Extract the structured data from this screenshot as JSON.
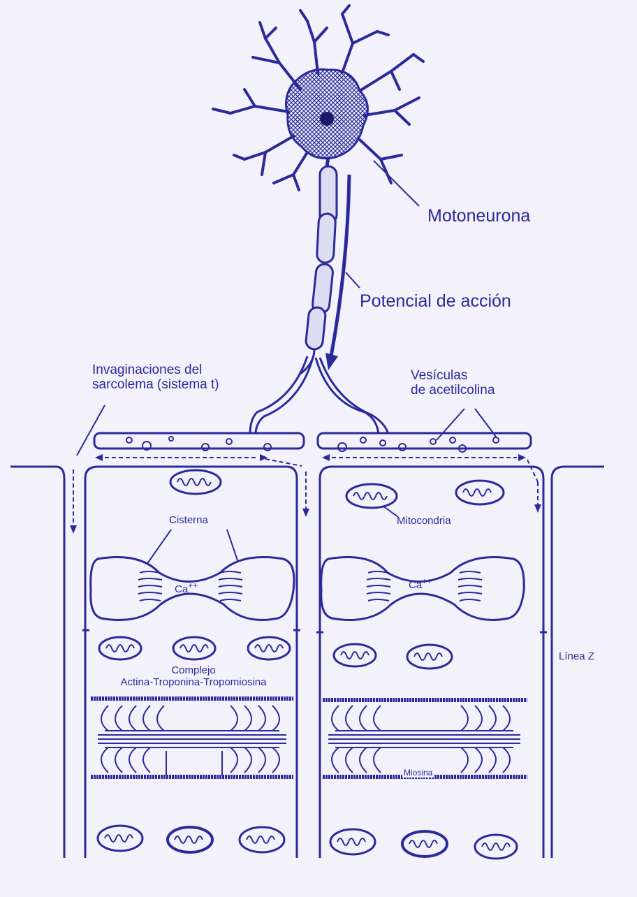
{
  "labels": {
    "motoneurona": "Motoneurona",
    "potencial": "Potencial de acción",
    "invaginaciones_1": "Invaginaciones del",
    "invaginaciones_2": "sarcolema (sistema t)",
    "vesiculas_1": "Vesículas",
    "vesiculas_2": "de acetilcolina",
    "mitocondria": "Mitocondria",
    "cisterna": "Cisterna",
    "calcio": "Ca",
    "calcio_sup": "++",
    "linea_z": "Línea Z",
    "complejo_1": "Complejo",
    "complejo_2": "Actina-Troponina-Tropomiosina",
    "miosina": "Miosina"
  },
  "colors": {
    "ink": "#2a2a9a",
    "paper": "#f3f2fb"
  }
}
